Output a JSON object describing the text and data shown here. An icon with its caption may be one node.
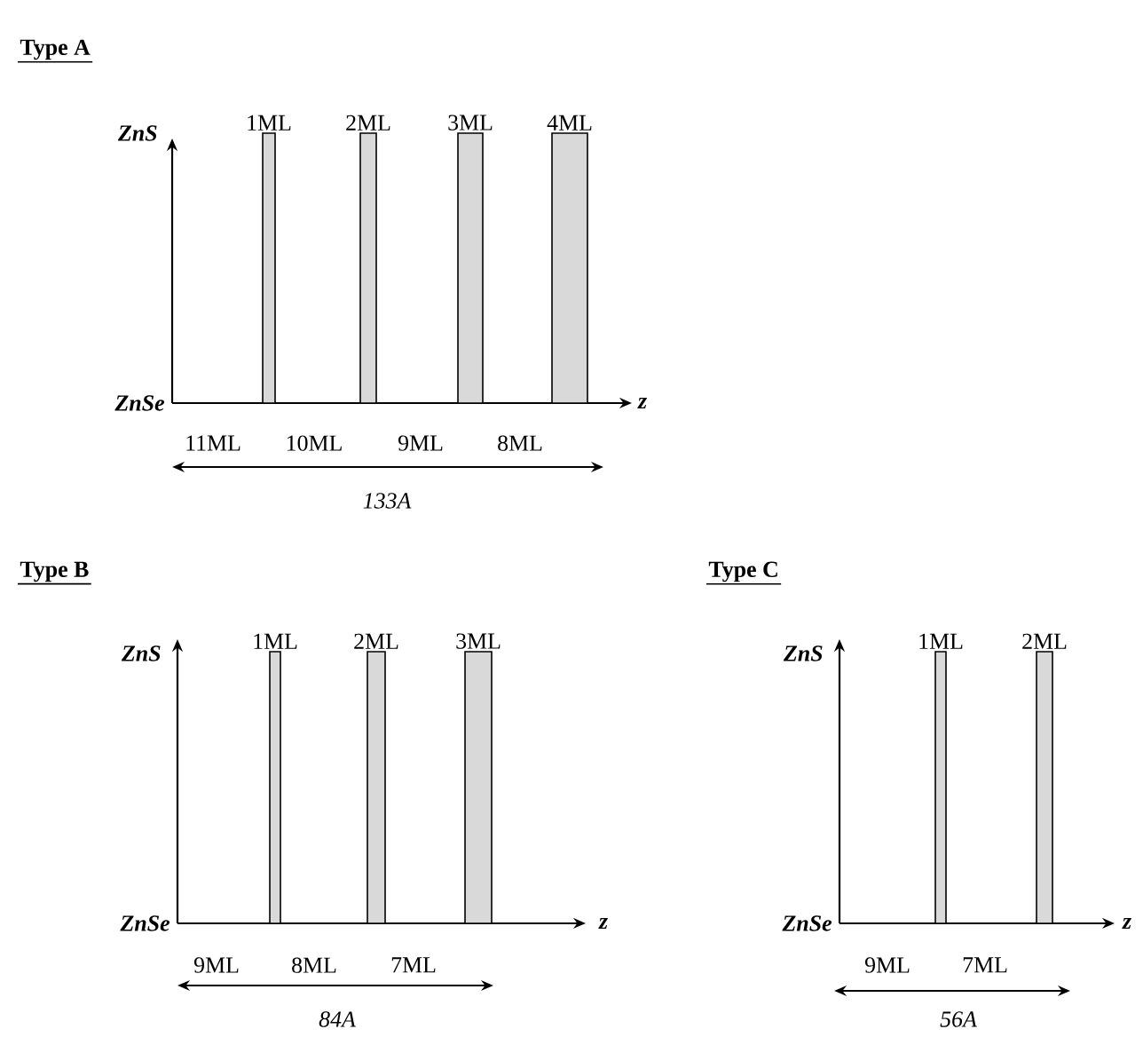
{
  "diagram": {
    "nodes": [
      {
        "text": [
          "1ML"
        ]
      },
      {
        "text": [
          "2ML"
        ]
      },
      {
        "text": [
          "3ML"
        ]
      },
      {
        "text": [
          "4ML"
        ]
      },
      {
        "text": [
          "1ML"
        ]
      },
      {
        "text": [
          "2ML"
        ]
      },
      {
        "text": [
          "3ML"
        ]
      },
      {
        "text": [
          "1ML"
        ]
      },
      {
        "text": [
          "2ML"
        ]
      }
    ],
    "labels": [
      "Type A",
      "ZnS",
      "ZnSe",
      "z",
      "11ML",
      "10ML",
      "9ML",
      "8ML",
      "133A",
      "Type B",
      "ZnS",
      "ZnSe",
      "z",
      "9ML",
      "8ML",
      "7ML",
      "84A",
      "Type C",
      "ZnS",
      "ZnSe",
      "z",
      "9ML",
      "7ML",
      "56A"
    ]
  }
}
